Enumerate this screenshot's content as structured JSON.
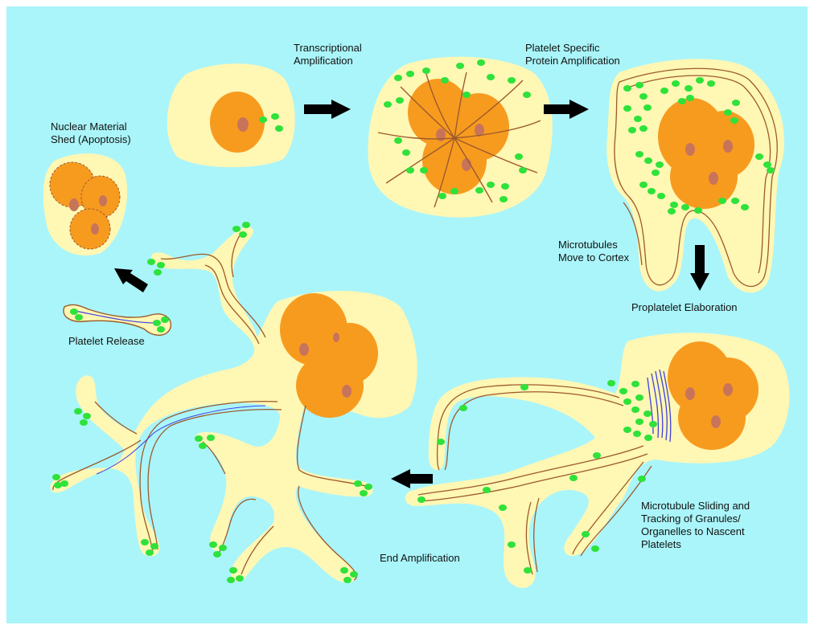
{
  "colors": {
    "background": "#aaf5fa",
    "cytoplasm": "#fff7b4",
    "nucleus": "#f79b1f",
    "nucleolus": "#c8745a",
    "microtubule": "#9c5a2c",
    "granule": "#2ee23a",
    "blue_microtubule": "#4040e0",
    "arrow": "#000000"
  },
  "labels": {
    "transcriptional": "Transcriptional\nAmplification",
    "platelet_specific": "Platelet Specific\nProtein Amplification",
    "nuclear_shed": "Nuclear Material\nShed (Apoptosis)",
    "microtubules_cortex": "Microtubules\nMove to Cortex",
    "proplatelet": "Proplatelet Elaboration",
    "platelet_release": "Platelet Release",
    "sliding": "Microtubule Sliding and\nTracking of Granules/\nOrganelles to Nascent\nPlatelets",
    "end_amp": "End Amplification"
  }
}
